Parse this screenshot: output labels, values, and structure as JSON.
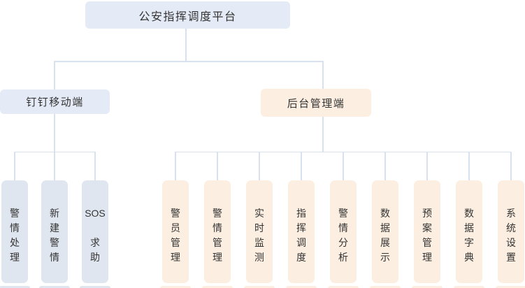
{
  "root": {
    "label": "公安指挥调度平台"
  },
  "branches": [
    {
      "label": "钉钉移动端",
      "theme": "blue",
      "children": [
        {
          "label": "警情处理",
          "lines": [
            "警",
            "情",
            "处",
            "理"
          ]
        },
        {
          "label": "新建警情",
          "lines": [
            "新",
            "建",
            "警",
            "情"
          ]
        },
        {
          "label": "SOS 求助",
          "lines": [
            "SOS",
            "",
            "求",
            "助"
          ]
        }
      ]
    },
    {
      "label": "后台管理端",
      "theme": "orange",
      "children": [
        {
          "label": "警员管理",
          "lines": [
            "警",
            "员",
            "管",
            "理"
          ]
        },
        {
          "label": "警情管理",
          "lines": [
            "警",
            "情",
            "管",
            "理"
          ]
        },
        {
          "label": "实时监测",
          "lines": [
            "实",
            "时",
            "监",
            "测"
          ]
        },
        {
          "label": "指挥调度",
          "lines": [
            "指",
            "挥",
            "调",
            "度"
          ]
        },
        {
          "label": "警情分析",
          "lines": [
            "警",
            "情",
            "分",
            "析"
          ]
        },
        {
          "label": "数据展示",
          "lines": [
            "数",
            "据",
            "展",
            "示"
          ]
        },
        {
          "label": "预案管理",
          "lines": [
            "预",
            "案",
            "管",
            "理"
          ]
        },
        {
          "label": "数据字典",
          "lines": [
            "数",
            "据",
            "字",
            "典"
          ]
        },
        {
          "label": "系统设置",
          "lines": [
            "系",
            "统",
            "设",
            "置"
          ]
        }
      ]
    }
  ],
  "colors": {
    "blue_header": "#e4eaf6",
    "blue_leaf": "#e0e6f0",
    "orange": "#fcefe1",
    "connector": "#d7e1f0",
    "text": "#333333"
  }
}
